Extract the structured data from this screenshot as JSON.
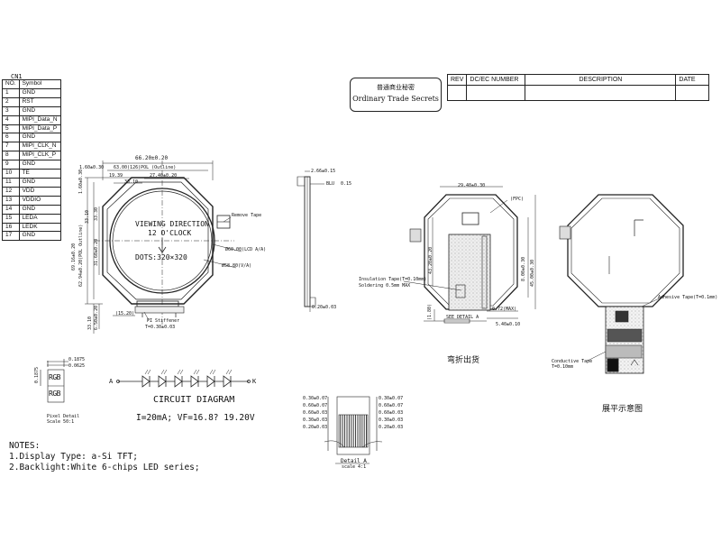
{
  "connector": {
    "title": "CN1",
    "header": {
      "no": "NO.",
      "symbol": "Symbol"
    },
    "pins": [
      {
        "no": "1",
        "symbol": "GND"
      },
      {
        "no": "2",
        "symbol": "RST"
      },
      {
        "no": "3",
        "symbol": "GND"
      },
      {
        "no": "4",
        "symbol": "MIPI_Data_N"
      },
      {
        "no": "5",
        "symbol": "MIPI_Data_P"
      },
      {
        "no": "6",
        "symbol": "GND"
      },
      {
        "no": "7",
        "symbol": "MIPI_CLK_N"
      },
      {
        "no": "8",
        "symbol": "MIPI_CLK_P"
      },
      {
        "no": "9",
        "symbol": "GND"
      },
      {
        "no": "10",
        "symbol": "TE"
      },
      {
        "no": "11",
        "symbol": "GND"
      },
      {
        "no": "12",
        "symbol": "VDD"
      },
      {
        "no": "13",
        "symbol": "VDDIO"
      },
      {
        "no": "14",
        "symbol": "GND"
      },
      {
        "no": "15",
        "symbol": "LEDA"
      },
      {
        "no": "16",
        "symbol": "LEDK"
      },
      {
        "no": "17",
        "symbol": "GND"
      }
    ]
  },
  "title_block": {
    "trade_secret_cn": "普通商业秘密",
    "trade_secret_en": "Ordinary Trade Secrets",
    "columns": [
      "REV",
      "DC/EC NUMBER",
      "DESCRIPTION",
      "DATE"
    ]
  },
  "front_view": {
    "dim_width": "66.20±0.20",
    "dim_outline": "63.00(126)POL (Outline)",
    "dim_offset": "1.60±0.30",
    "dim_left": "19.39",
    "dim_inner": "33.10",
    "dim_center": "27.40±0.20",
    "dim_height": "69.16±0.20",
    "dim_pol": "62.94±0.20(POL Outline)",
    "dim_side": "33.10",
    "dim_side2": "31.60±0.20",
    "dim_top": "33.30",
    "dim_tb": "1.60±0.30",
    "viewing_direction": "VIEWING DIRECTION",
    "clock": "12 O'CLOCK",
    "dots": "DOTS:320×320",
    "remove_tape": "Remove Tape",
    "lcd_aa": "Ø60.00(LCD A/A)",
    "vva": "Ø58.80(V/A)",
    "pi_stiffener": "PI Stiffener",
    "pi_thickness": "T=0.30±0.03",
    "fpc_width": "(15.20)",
    "dim_fpc_len": "33.10",
    "dim_fpc_tail": "6.50±0.20"
  },
  "side_view": {
    "dim_thickness": "2.66±0.15",
    "blu_label": "BLU",
    "blu_gap": "0.15",
    "dim_bottom": "0.20±0.03"
  },
  "folded_view": {
    "caption": "弯折出货",
    "dim_top": "29.40±0.30",
    "fpc": "(FPC)",
    "dim_left": "43.20±0.20",
    "dim_right_a": "8.00±0.30",
    "dim_right_b": "45.00±0.30",
    "insulation": "Insulation Tape(T=0.10mm)",
    "soldering": "Soldering  0.5mm MAX",
    "dim_fpc_w": "(1.80)",
    "detail": "SEE DETAIL A",
    "dim_tail_a": "0.72(MAX)",
    "dim_tail_b": "5.40±0.10"
  },
  "flat_view": {
    "caption": "展平示意图",
    "adhesive": "Adhesive Tape(T=0.1mm)",
    "conductive": "Conductive Tape",
    "conductive_t": "T=0.10mm"
  },
  "pixel_detail": {
    "pixel": "RGB",
    "dim_a": "0.1875",
    "dim_b": "0.0625",
    "dim_v": "0.1875",
    "caption1": "Pixel Detail",
    "caption2": "Scale 50:1"
  },
  "circuit": {
    "anode": "A",
    "cathode": "K",
    "title": "CIRCUIT DIAGRAM",
    "params": "I=20mA;  VF=16.8? 19.20V"
  },
  "detail_a": {
    "caption1": "Detail A",
    "caption2": "scale 4:1",
    "dims_left": [
      "0.30±0.07",
      "0.60±0.07",
      "0.60±0.03",
      "0.30±0.03",
      "0.20±0.03"
    ],
    "dims_right": [
      "0.30±0.07",
      "0.60±0.07",
      "0.60±0.03",
      "0.30±0.03",
      "0.20±0.03"
    ]
  },
  "notes": {
    "heading": "NOTES:",
    "lines": [
      "1.Display Type: a-Si TFT;",
      "2.Backlight:White 6-chips LED series;"
    ]
  }
}
